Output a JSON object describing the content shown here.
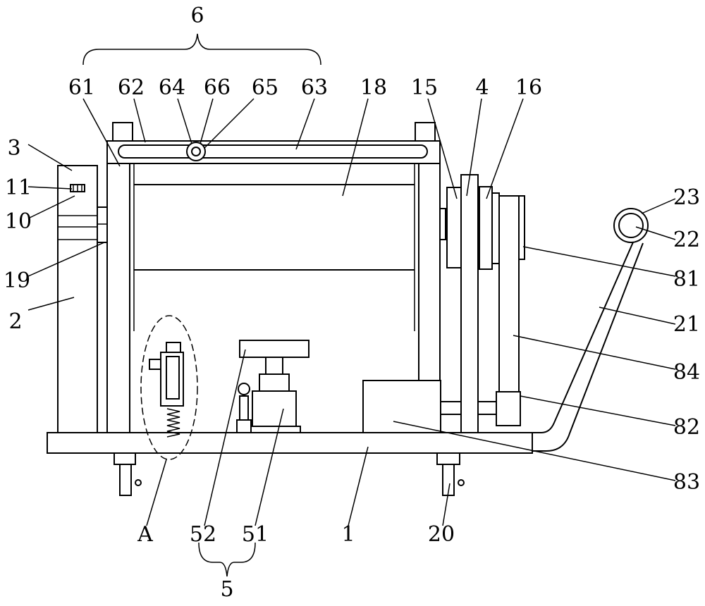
{
  "labels": {
    "l6": "6",
    "l61": "61",
    "l62": "62",
    "l64": "64",
    "l66": "66",
    "l65": "65",
    "l63": "63",
    "l18": "18",
    "l15": "15",
    "l4": "4",
    "l16": "16",
    "l3": "3",
    "l11": "11",
    "l10": "10",
    "l19": "19",
    "l2": "2",
    "l23": "23",
    "l22": "22",
    "l81": "81",
    "l21": "21",
    "l84": "84",
    "l82": "82",
    "l83": "83",
    "lA": "A",
    "l52": "52",
    "l51": "51",
    "l1": "1",
    "l20": "20",
    "l5": "5"
  },
  "colors": {
    "stroke": "#000000",
    "background": "#ffffff"
  }
}
